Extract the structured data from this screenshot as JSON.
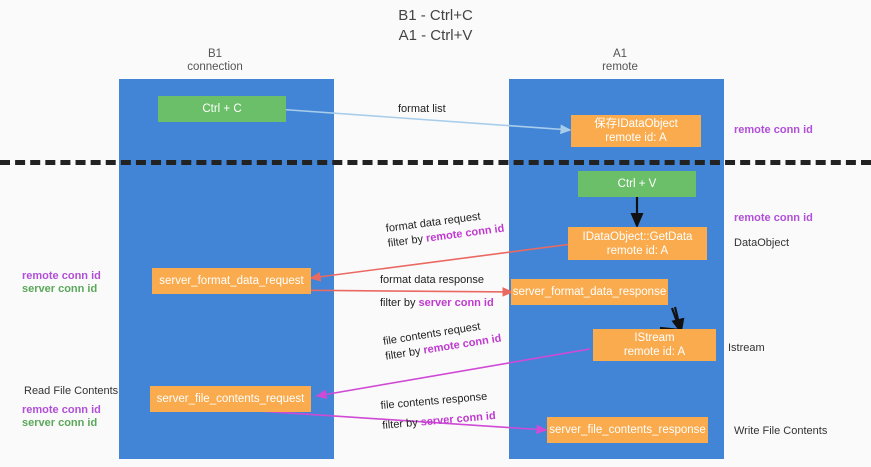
{
  "diagram": {
    "title": "B1 - Ctrl+C\nA1 - Ctrl+V",
    "columns": [
      {
        "name": "b1",
        "label": "B1\nconnection"
      },
      {
        "name": "a1",
        "label": "A1\nremote"
      }
    ],
    "nodes": [
      {
        "name": "ctrl-c",
        "label": "Ctrl + C",
        "color": "green"
      },
      {
        "name": "save-idataobject",
        "label": "保存IDataObject\nremote id: A",
        "color": "orange"
      },
      {
        "name": "ctrl-v",
        "label": "Ctrl + V",
        "color": "green"
      },
      {
        "name": "idataobject-getdata",
        "label": "IDataObject::GetData\nremote id: A",
        "color": "orange"
      },
      {
        "name": "server-format-data-request",
        "label": "server_format_data_request",
        "color": "orange"
      },
      {
        "name": "server-format-data-response",
        "label": "server_format_data_response",
        "color": "orange"
      },
      {
        "name": "istream",
        "label": "IStream\nremote id: A",
        "color": "orange"
      },
      {
        "name": "server-file-contents-request",
        "label": "server_file_contents_request",
        "color": "orange"
      },
      {
        "name": "server-file-contents-response",
        "label": "server_file_contents_response",
        "color": "orange"
      }
    ],
    "edges": [
      {
        "name": "format-list",
        "line1": "format list",
        "line2": "",
        "accent": ""
      },
      {
        "name": "format-data-request",
        "line1": "format data request",
        "line2": "filter by ",
        "accent": "remote conn id"
      },
      {
        "name": "format-data-response",
        "line1": "format data response",
        "line2": "filter by ",
        "accent": "server conn id"
      },
      {
        "name": "file-contents-request",
        "line1": "file contents request",
        "line2": "filter by ",
        "accent": "remote conn id"
      },
      {
        "name": "file-contents-response",
        "line1": "file contents response",
        "line2": "filter by ",
        "accent": "server conn id"
      }
    ],
    "annotations": {
      "right_remote_conn_id_top": "remote conn id",
      "right_remote_conn_id_mid": "remote conn id",
      "right_dataobject": "DataObject",
      "right_istream": "Istream",
      "right_write_file_contents": "Write File Contents",
      "left_remote_conn_id_mid": "remote conn id",
      "left_server_conn_id_mid": "server conn id",
      "left_read_file_contents": "Read File Contents",
      "left_remote_conn_id_bottom": "remote conn id",
      "left_server_conn_id_bottom": "server conn id"
    },
    "colors": {
      "lane": "#4285d6",
      "green_node": "#6bbf69",
      "orange_node": "#f9ab4e",
      "purple_text": "#b14fd8",
      "green_text": "#5aa85a",
      "background": "#fafafa",
      "arrow_blue": "#a8cdeb",
      "arrow_red": "#ea6a62",
      "arrow_black": "#111111",
      "arrow_magenta": "#d04ad6"
    }
  }
}
